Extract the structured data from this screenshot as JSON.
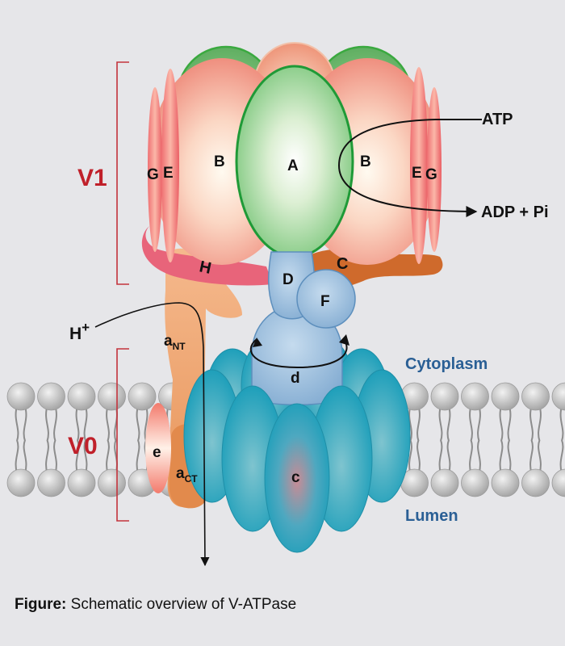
{
  "labels": {
    "v1": "V1",
    "v0": "V0",
    "A": "A",
    "B_left": "B",
    "B_right": "B",
    "E_left": "E",
    "G_left": "G",
    "E_right": "E",
    "G_right": "G",
    "H": "H",
    "C": "C",
    "D": "D",
    "F": "F",
    "d": "d",
    "c": "c",
    "e": "e",
    "a_nt_base": "a",
    "a_nt_sub": "NT",
    "a_ct_base": "a",
    "a_ct_sub": "CT",
    "h_base": "H",
    "h_sup": "+",
    "atp": "ATP",
    "adp": "ADP + Pi",
    "cytoplasm": "Cytoplasm",
    "lumen": "Lumen"
  },
  "caption": {
    "prefix": "Figure:",
    "text": " Schematic overview of V-ATPase"
  },
  "colors": {
    "background": "#e6e6e9",
    "v_label_red": "#c0202a",
    "bracket_red": "#c4333c",
    "subunit_A_green": "#8fd08f",
    "subunit_B_pink": "#f3a08a",
    "subunit_C_orange": "#cf6a2c",
    "subunit_D_blue": "#9fc3e2",
    "ring_c_teal": "#2aa7bf",
    "membrane_text_blue": "#2a5f95",
    "lipid_gray": "#b8b8b8"
  }
}
